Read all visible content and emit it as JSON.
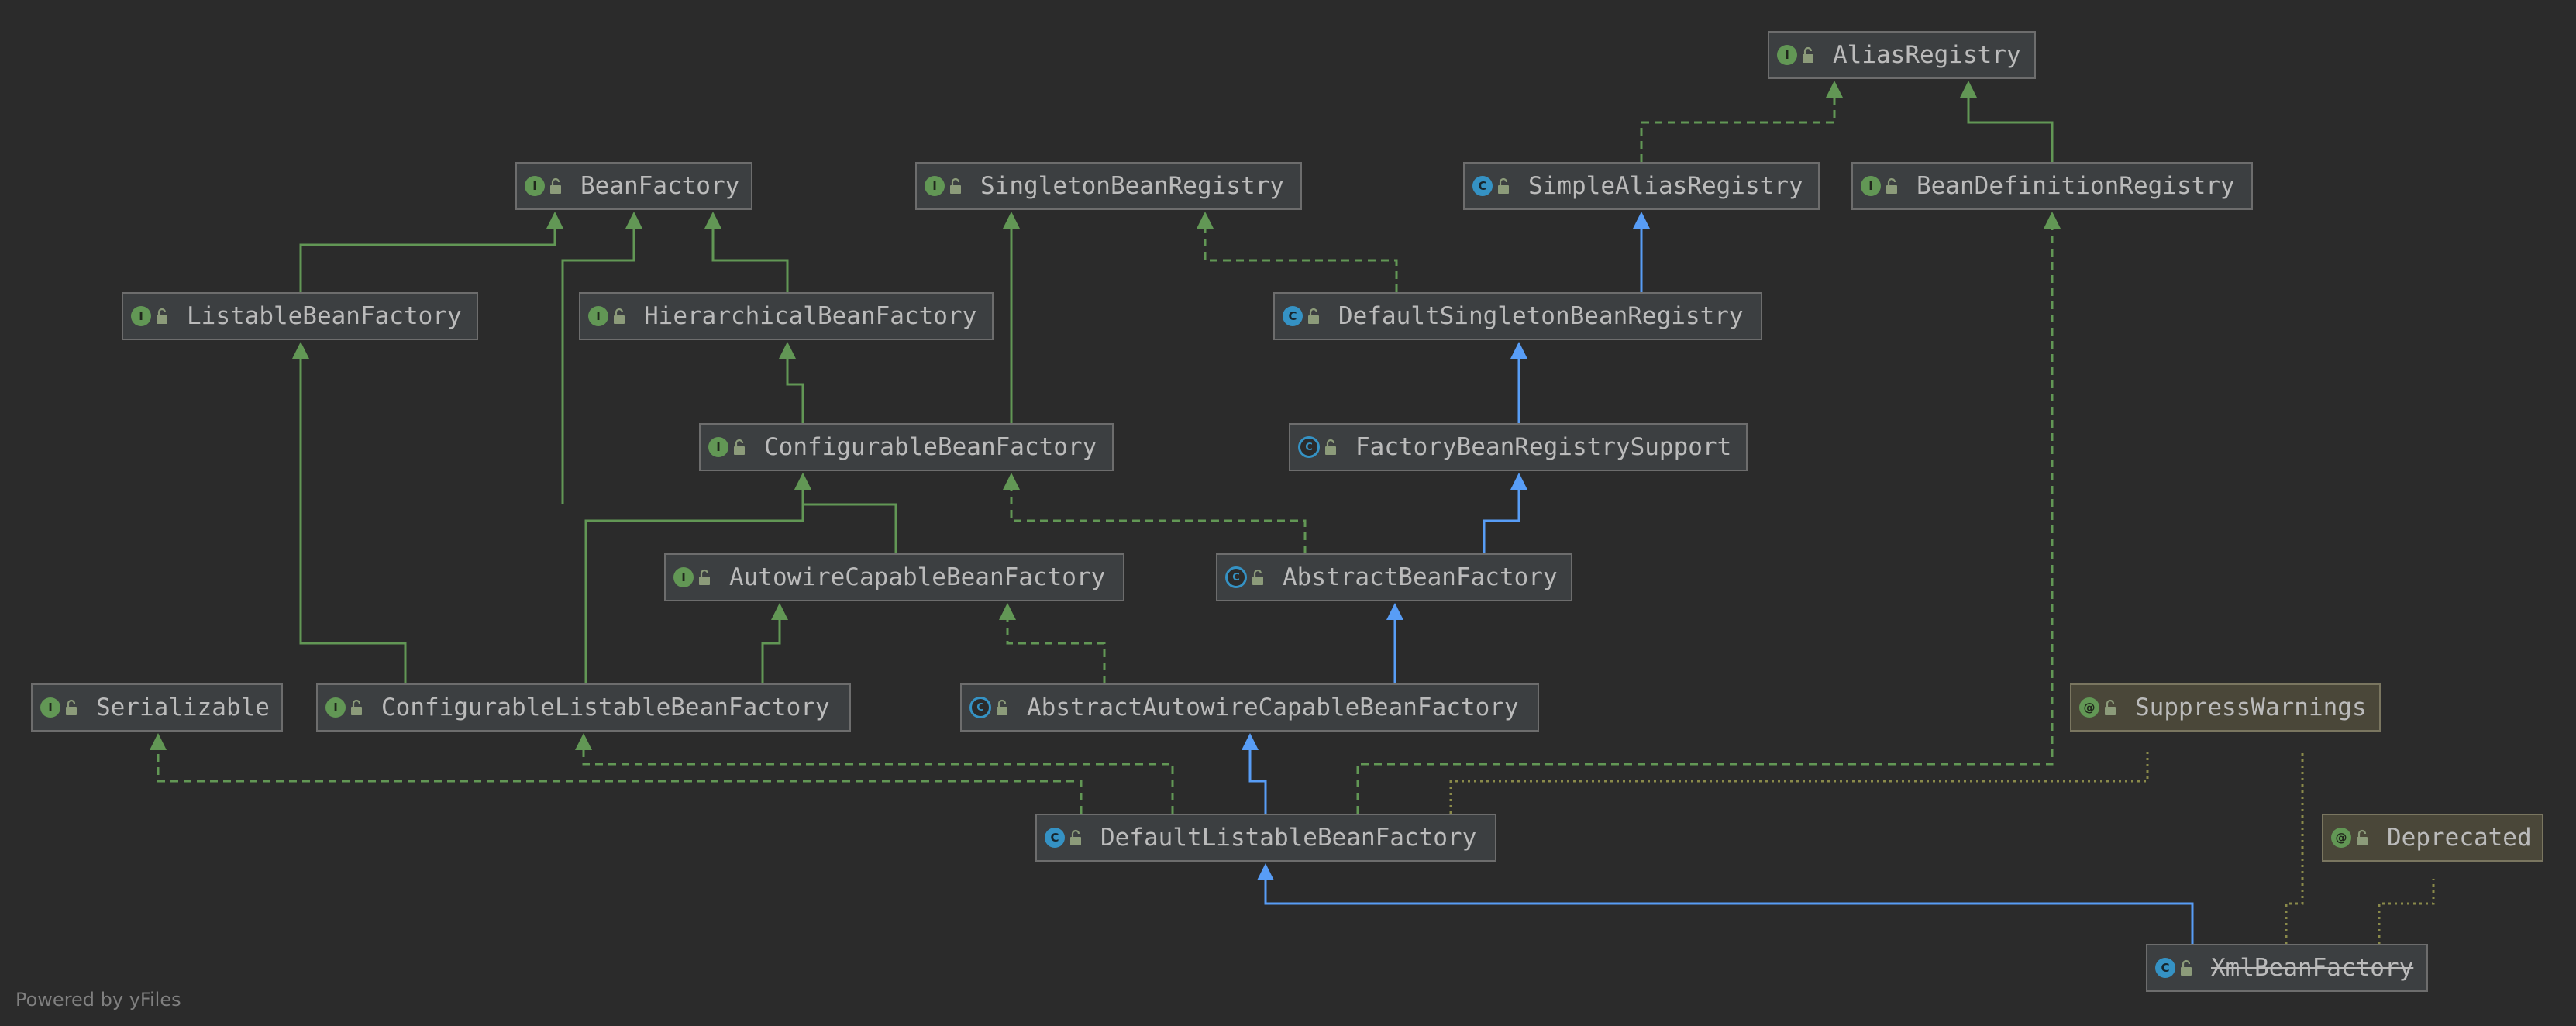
{
  "nodes": {
    "alias_registry": {
      "label": "AliasRegistry",
      "kind": "interface"
    },
    "bean_factory": {
      "label": "BeanFactory",
      "kind": "interface"
    },
    "singleton_bean_registry": {
      "label": "SingletonBeanRegistry",
      "kind": "interface"
    },
    "simple_alias_registry": {
      "label": "SimpleAliasRegistry",
      "kind": "class"
    },
    "bean_definition_registry": {
      "label": "BeanDefinitionRegistry",
      "kind": "interface"
    },
    "listable_bean_factory": {
      "label": "ListableBeanFactory",
      "kind": "interface"
    },
    "hierarchical_bean_factory": {
      "label": "HierarchicalBeanFactory",
      "kind": "interface"
    },
    "default_singleton_bean_registry": {
      "label": "DefaultSingletonBeanRegistry",
      "kind": "class"
    },
    "configurable_bean_factory": {
      "label": "ConfigurableBeanFactory",
      "kind": "interface"
    },
    "factory_bean_registry_support": {
      "label": "FactoryBeanRegistrySupport",
      "kind": "abstract-class"
    },
    "autowire_capable_bean_factory": {
      "label": "AutowireCapableBeanFactory",
      "kind": "interface"
    },
    "abstract_bean_factory": {
      "label": "AbstractBeanFactory",
      "kind": "abstract-class"
    },
    "serializable": {
      "label": "Serializable",
      "kind": "interface"
    },
    "configurable_listable_bean_factory": {
      "label": "ConfigurableListableBeanFactory",
      "kind": "interface"
    },
    "abstract_autowire_capable_bean_factory": {
      "label": "AbstractAutowireCapableBeanFactory",
      "kind": "abstract-class"
    },
    "suppress_warnings": {
      "label": "SuppressWarnings",
      "kind": "annotation"
    },
    "default_listable_bean_factory": {
      "label": "DefaultListableBeanFactory",
      "kind": "class"
    },
    "deprecated": {
      "label": "Deprecated",
      "kind": "annotation"
    },
    "xml_bean_factory": {
      "label": "XmlBeanFactory",
      "kind": "class",
      "deprecated": true
    }
  },
  "badges": {
    "interface": "I",
    "class": "C",
    "abstract-class": "C",
    "annotation": "@"
  },
  "colors": {
    "background": "#2b2b2b",
    "node_fill": "#3c3f41",
    "annotation_fill": "#4a4739",
    "interface_edge": "#629755",
    "class_edge": "#589df6",
    "annotation_edge": "#8a8a4a"
  },
  "footer": "Powered by yFiles"
}
